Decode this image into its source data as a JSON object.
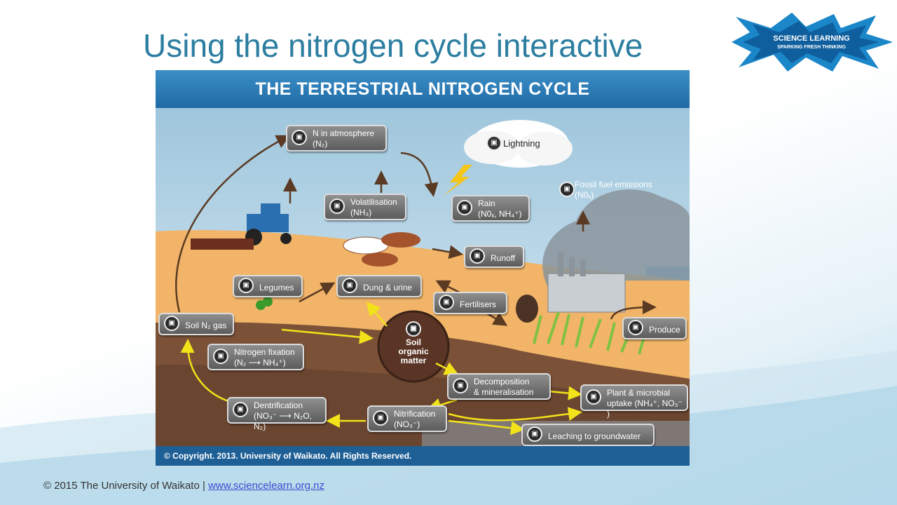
{
  "slide": {
    "title": "Using the nitrogen cycle interactive",
    "footer_text": "© 2015 The University of Waikato | ",
    "footer_link": "www.sciencelearn.org.nz"
  },
  "logo": {
    "line1": "SCIENCE LEARNING",
    "line2": "SPARKING FRESH THINKING"
  },
  "diagram": {
    "title": "THE TERRESTRIAL NITROGEN CYCLE",
    "copyright": "© Copyright. 2013. University of Waikato. All Rights Reserved.",
    "soil_center": {
      "line1": "Soil",
      "line2": "organic",
      "line3": "matter"
    },
    "labels": {
      "n_atmosphere": {
        "l1": "N in atmosphere",
        "l2": "(N₂)"
      },
      "lightning": {
        "l1": "Lightning"
      },
      "volatilisation": {
        "l1": "Volatilisation",
        "l2": "(NH₃)"
      },
      "rain": {
        "l1": "Rain",
        "l2": "(N0ₓ, NH₄⁺)"
      },
      "fossil": {
        "l1": "Fossil fuel emissions",
        "l2": "(N0ₓ)"
      },
      "runoff": {
        "l1": "Runoff"
      },
      "legumes": {
        "l1": "Legumes"
      },
      "dung": {
        "l1": "Dung & urine"
      },
      "fertilisers": {
        "l1": "Fertilisers"
      },
      "soil_gas": {
        "l1": "Soil N₂ gas"
      },
      "produce": {
        "l1": "Produce"
      },
      "fixation": {
        "l1": "Nitrogen fixation",
        "l2": "(N₂ ⟶ NH₄⁺)"
      },
      "decomposition": {
        "l1": "Decomposition",
        "l2": "& mineralisation"
      },
      "uptake": {
        "l1": "Plant & microbial",
        "l2": "uptake (NH₄⁺, NO₃⁻ )"
      },
      "dentrification": {
        "l1": "Dentrification",
        "l2": "(NO₃⁻ ⟶ N₂O, N₂)"
      },
      "nitrification": {
        "l1": "Nitrification",
        "l2": "(NO₃⁻)"
      },
      "leaching": {
        "l1": "Leaching to groundwater"
      }
    }
  },
  "colors": {
    "title": "#2c7ea0",
    "header_blue": "#1f6aa5",
    "label_grey": "#6e6e6e",
    "arrow_yellow": "#f2e21a",
    "arrow_brown": "#5a3a22"
  }
}
